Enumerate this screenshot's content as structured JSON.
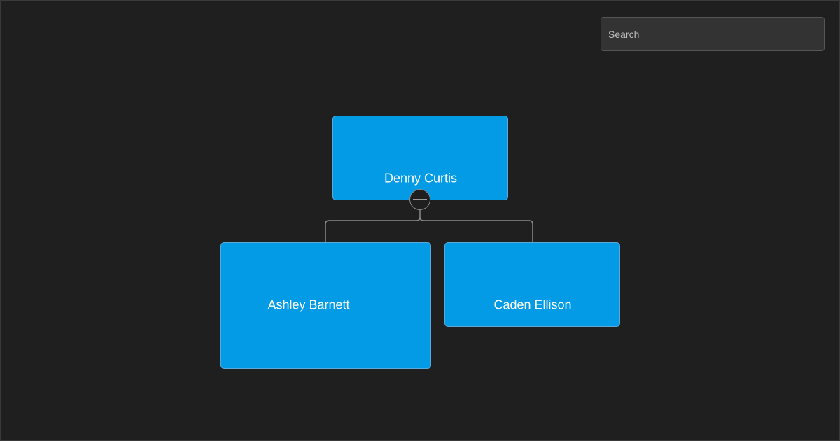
{
  "search": {
    "placeholder": "Search"
  },
  "org_chart": {
    "root": {
      "name": "Denny Curtis",
      "expanded": true,
      "children": [
        {
          "name": "Ashley Barnett"
        },
        {
          "name": "Caden Ellison"
        }
      ]
    },
    "toggle_icon": "minus-icon"
  },
  "colors": {
    "background": "#1f1f1f",
    "node_fill": "#039be5",
    "node_border": "#5aa9d8",
    "link": "#8c8c8c",
    "text": "#ffffff"
  }
}
